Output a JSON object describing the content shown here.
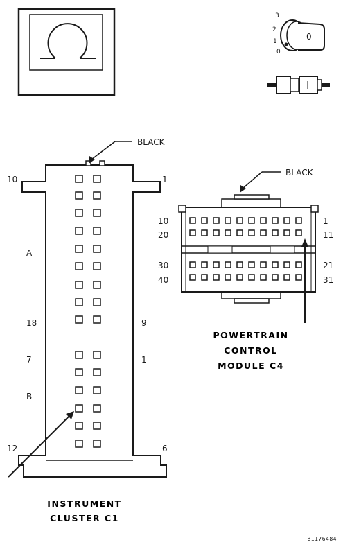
{
  "symbol_box": {
    "icon": "ohm-symbol-icon"
  },
  "ignition_icon": {
    "icon": "ignition-key-icon",
    "positions": [
      "3",
      "2",
      "1",
      "0"
    ],
    "key_label": "0"
  },
  "connector_icon": {
    "icon": "harness-connector-icon"
  },
  "instrument_cluster": {
    "title_line1": "INSTRUMENT",
    "title_line2": "CLUSTER C1",
    "color_label": "BLACK",
    "pin_top_left": "10",
    "pin_top_right": "1",
    "section_a": "A",
    "pin_a_bottom_left": "18",
    "pin_a_bottom_right": "9",
    "pin_b_top_left": "7",
    "pin_b_top_right": "1",
    "section_b": "B",
    "pin_bottom_left": "12",
    "pin_bottom_right": "6"
  },
  "pcm": {
    "title_line1": "POWERTRAIN",
    "title_line2": "CONTROL",
    "title_line3": "MODULE C4",
    "color_label": "BLACK",
    "pin_r1_left": "10",
    "pin_r1_right": "1",
    "pin_r2_left": "20",
    "pin_r2_right": "11",
    "pin_r3_left": "30",
    "pin_r3_right": "21",
    "pin_r4_left": "40",
    "pin_r4_right": "31"
  },
  "figure_number": "81176484"
}
